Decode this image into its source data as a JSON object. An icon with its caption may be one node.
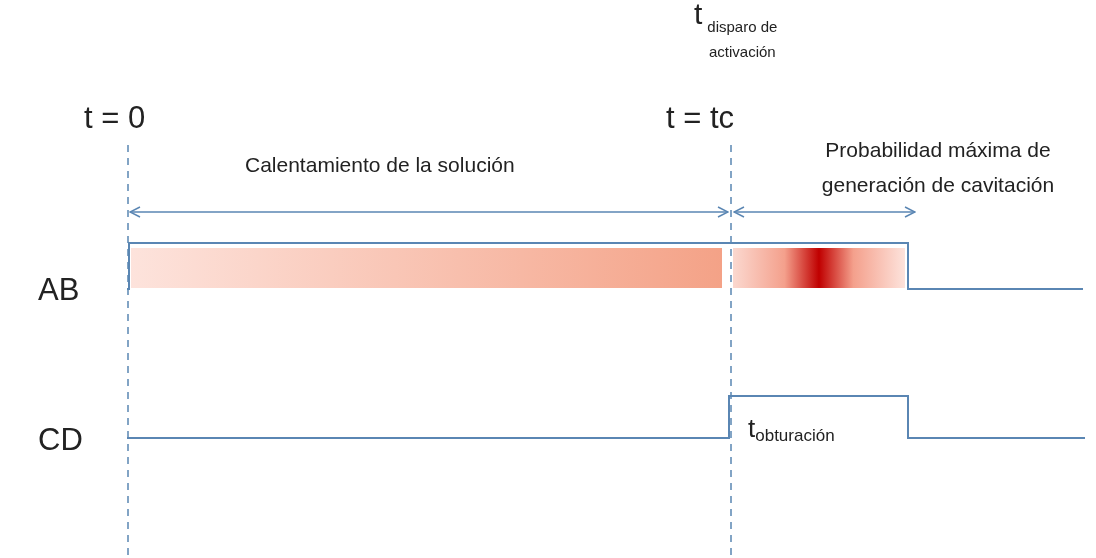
{
  "diagram": {
    "labels": [
      "t$_{disparo de activación}$",
      "t = 0",
      "t = tc",
      "Calentamiento de la solución",
      "Probabilidad máxima de generación de cavitación",
      "AB",
      "CD",
      "t$_{obturación}$"
    ]
  }
}
